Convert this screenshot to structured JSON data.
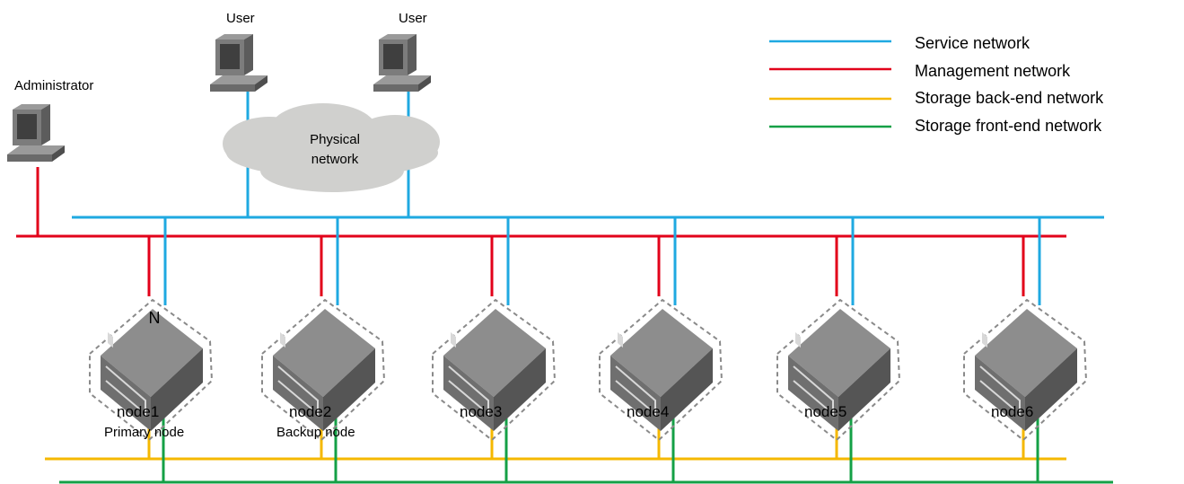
{
  "diagram": {
    "administrator_label": "Administrator",
    "users": [
      {
        "label": "User"
      },
      {
        "label": "User"
      }
    ],
    "cloud_label_line1": "Physical",
    "cloud_label_line2": "network",
    "legend": [
      {
        "label": "Service network",
        "color": "#1fa9e1"
      },
      {
        "label": "Management network",
        "color": "#e2001a"
      },
      {
        "label": "Storage back-end network",
        "color": "#f5b800"
      },
      {
        "label": "Storage front-end network",
        "color": "#14a046"
      }
    ],
    "nodes": [
      {
        "name": "node1",
        "role": "Primary node",
        "name_color": "#e2001a",
        "badge": "N"
      },
      {
        "name": "node2",
        "role": "Backup node",
        "name_color": "#e2001a",
        "badge": ""
      },
      {
        "name": "node3",
        "role": "",
        "name_color": "#000000",
        "badge": ""
      },
      {
        "name": "node4",
        "role": "",
        "name_color": "#000000",
        "badge": ""
      },
      {
        "name": "node5",
        "role": "",
        "name_color": "#000000",
        "badge": ""
      },
      {
        "name": "node6",
        "role": "",
        "name_color": "#000000",
        "badge": ""
      }
    ]
  }
}
